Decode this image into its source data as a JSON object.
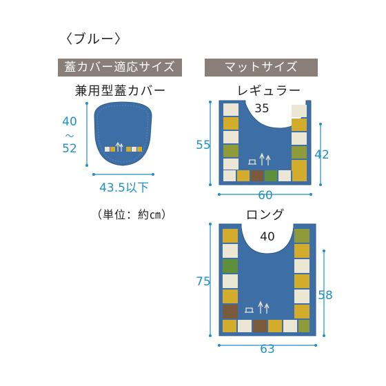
{
  "color_label": "〈ブルー〉",
  "headers": {
    "lid_cover": "蓋カバー適応サイズ",
    "mat": "マットサイズ"
  },
  "lid": {
    "title": "兼用型蓋カバー",
    "height_top": "40",
    "height_tilde": "〜",
    "height_bottom": "52",
    "width": "43.5以下"
  },
  "unit_note": "（単位：約㎝）",
  "regular": {
    "title": "レギュラー",
    "notch": "35",
    "left_height": "55",
    "right_height": "42",
    "width": "60"
  },
  "long": {
    "title": "ロング",
    "notch": "40",
    "left_height": "75",
    "right_height": "58",
    "width": "63"
  },
  "colors": {
    "mat_blue": "#3d6fa6",
    "dim_line": "#1f8fc4",
    "header_bg": "#8a7f78",
    "tile_yellow": "#d4ac2b",
    "tile_cream": "#ece6d4",
    "tile_olive": "#8f9a3a",
    "tile_brown": "#7a5a3a",
    "tile_green": "#5f8f3a"
  }
}
